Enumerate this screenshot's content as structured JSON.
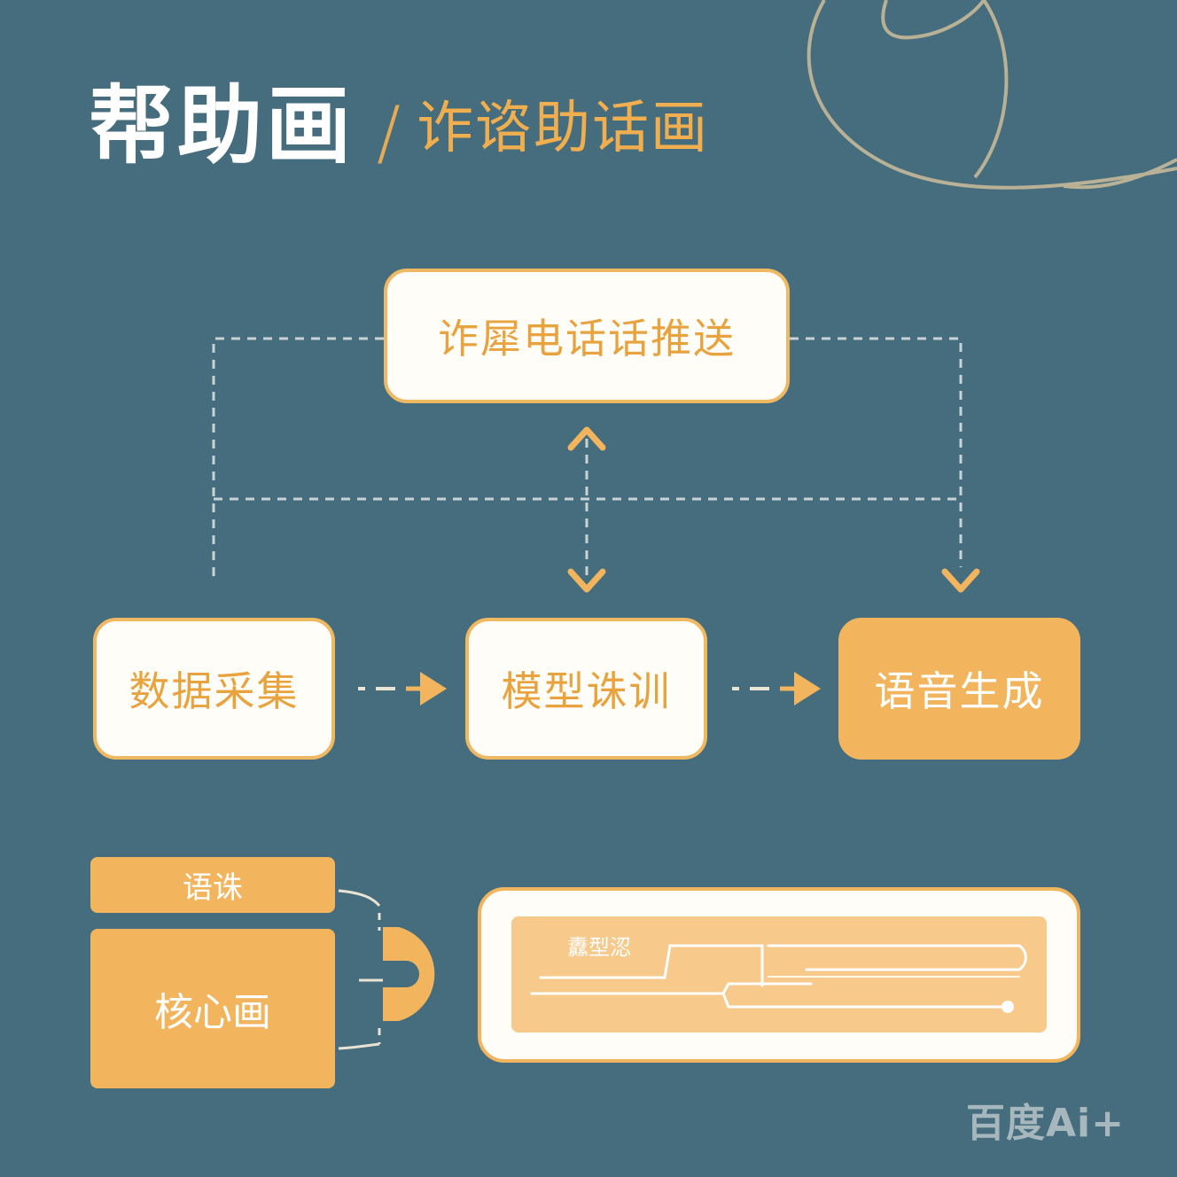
{
  "header": {
    "title": "帮助画",
    "separator": "/",
    "subtitle": "诈谘助话画"
  },
  "nodes": {
    "push": "诈犀电话话推送",
    "collect": "数据采集",
    "train": "模型诛训",
    "generate": "语音生成"
  },
  "legend": {
    "small_tag": "语诛",
    "core_tag": "核心画"
  },
  "panel": {
    "label": "纛型涊"
  },
  "watermark": "百度Ai+",
  "colors": {
    "background": "#466d7d",
    "accent": "#f2b55d",
    "box_fill": "#fffdf8",
    "box_text": "#e8a33f",
    "dashed_line": "#c9d3d6"
  }
}
